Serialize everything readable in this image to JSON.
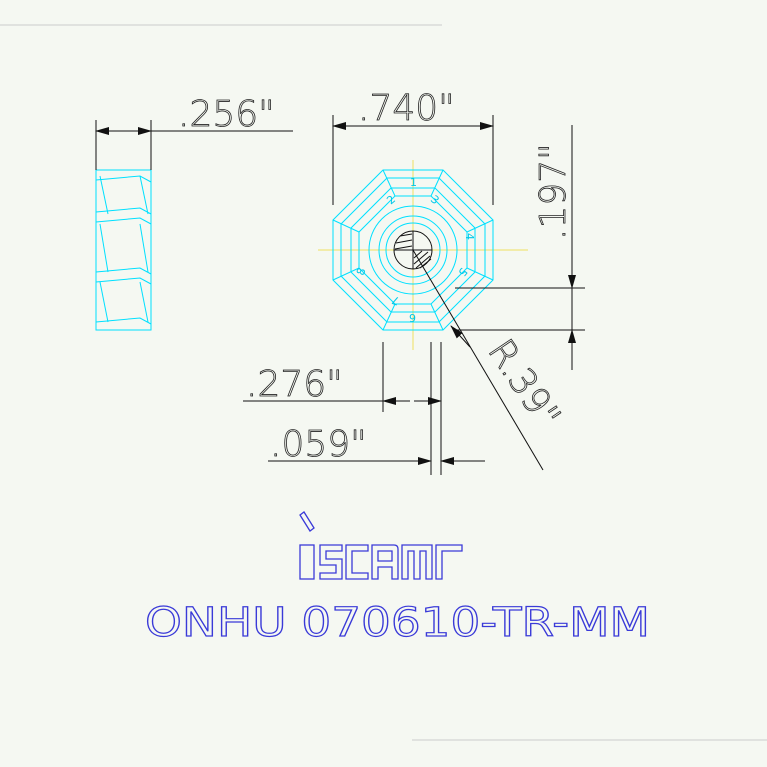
{
  "dimensions": {
    "thickness": ".256\"",
    "width": ".740\"",
    "height": ".197\"",
    "offset_a": ".276\"",
    "offset_b": ".059\"",
    "radius": "R.39\""
  },
  "index_numbers": [
    "1",
    "2",
    "3",
    "4",
    "5",
    "6",
    "7",
    "8"
  ],
  "logo_text": "iscar",
  "part_number": "ONHU 070610-TR-MM",
  "colors": {
    "background": "#f5f8f2",
    "dimension_lines": "#111111",
    "insert_outline": "#00e0ff",
    "center_lines": "#f0e060",
    "part_number": "#3a3ad8",
    "logo": "#3a3ad8"
  }
}
